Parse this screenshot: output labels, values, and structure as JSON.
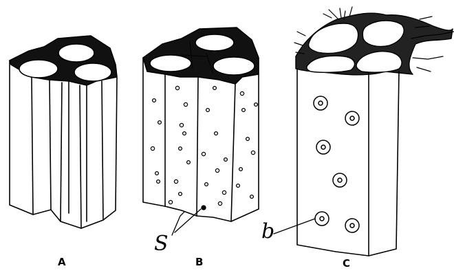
{
  "panels": [
    {
      "id": "A",
      "label": "A"
    },
    {
      "id": "B",
      "label": "B"
    },
    {
      "id": "C",
      "label": "C"
    }
  ],
  "annotations": {
    "s_label": "S",
    "b_label": "b"
  },
  "colors": {
    "ink": "#000000",
    "paper": "#ffffff"
  }
}
